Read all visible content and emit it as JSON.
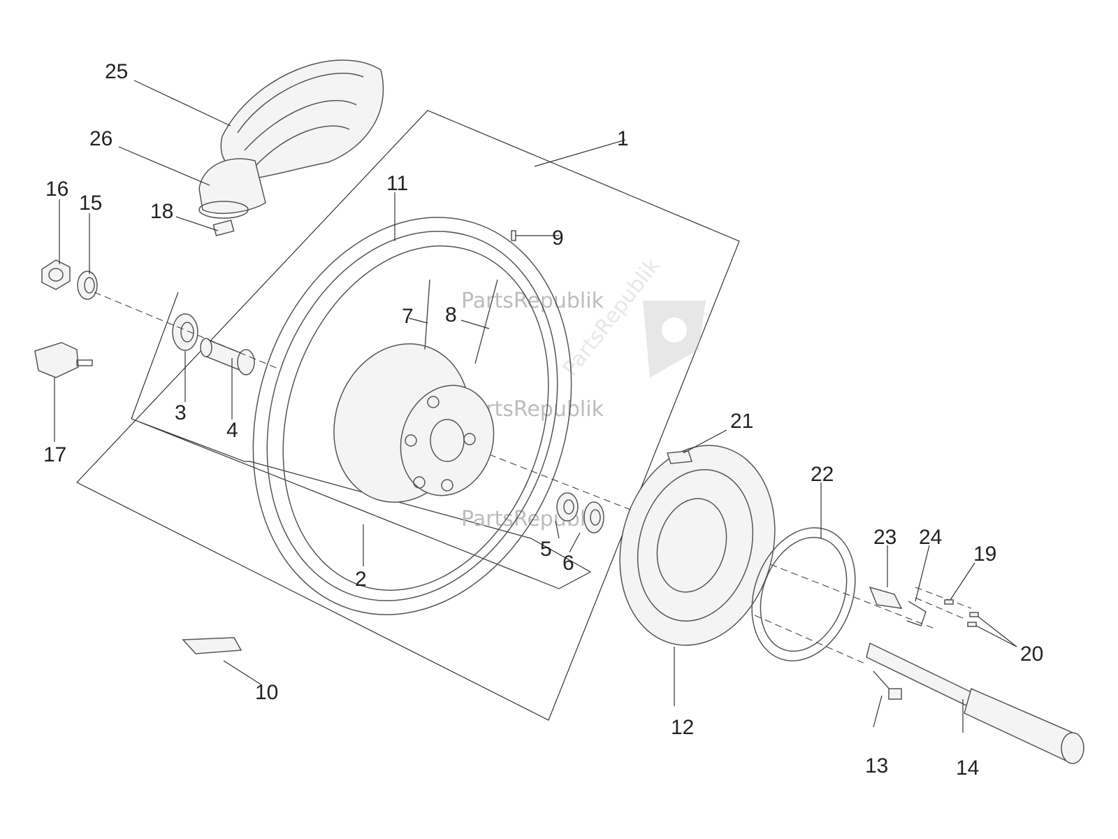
{
  "diagram": {
    "callouts": [
      {
        "id": "1",
        "label": "1"
      },
      {
        "id": "2",
        "label": "2"
      },
      {
        "id": "3",
        "label": "3"
      },
      {
        "id": "4",
        "label": "4"
      },
      {
        "id": "5",
        "label": "5"
      },
      {
        "id": "6",
        "label": "6"
      },
      {
        "id": "7",
        "label": "7"
      },
      {
        "id": "8",
        "label": "8"
      },
      {
        "id": "9",
        "label": "9"
      },
      {
        "id": "10",
        "label": "10"
      },
      {
        "id": "11",
        "label": "11"
      },
      {
        "id": "12",
        "label": "12"
      },
      {
        "id": "13",
        "label": "13"
      },
      {
        "id": "14",
        "label": "14"
      },
      {
        "id": "15",
        "label": "15"
      },
      {
        "id": "16",
        "label": "16"
      },
      {
        "id": "17",
        "label": "17"
      },
      {
        "id": "18",
        "label": "18"
      },
      {
        "id": "19",
        "label": "19"
      },
      {
        "id": "20",
        "label": "20"
      },
      {
        "id": "21",
        "label": "21"
      },
      {
        "id": "22",
        "label": "22"
      },
      {
        "id": "23",
        "label": "23"
      },
      {
        "id": "24",
        "label": "24"
      },
      {
        "id": "25",
        "label": "25"
      },
      {
        "id": "26",
        "label": "26"
      }
    ],
    "watermark": "PartsRepublik"
  }
}
